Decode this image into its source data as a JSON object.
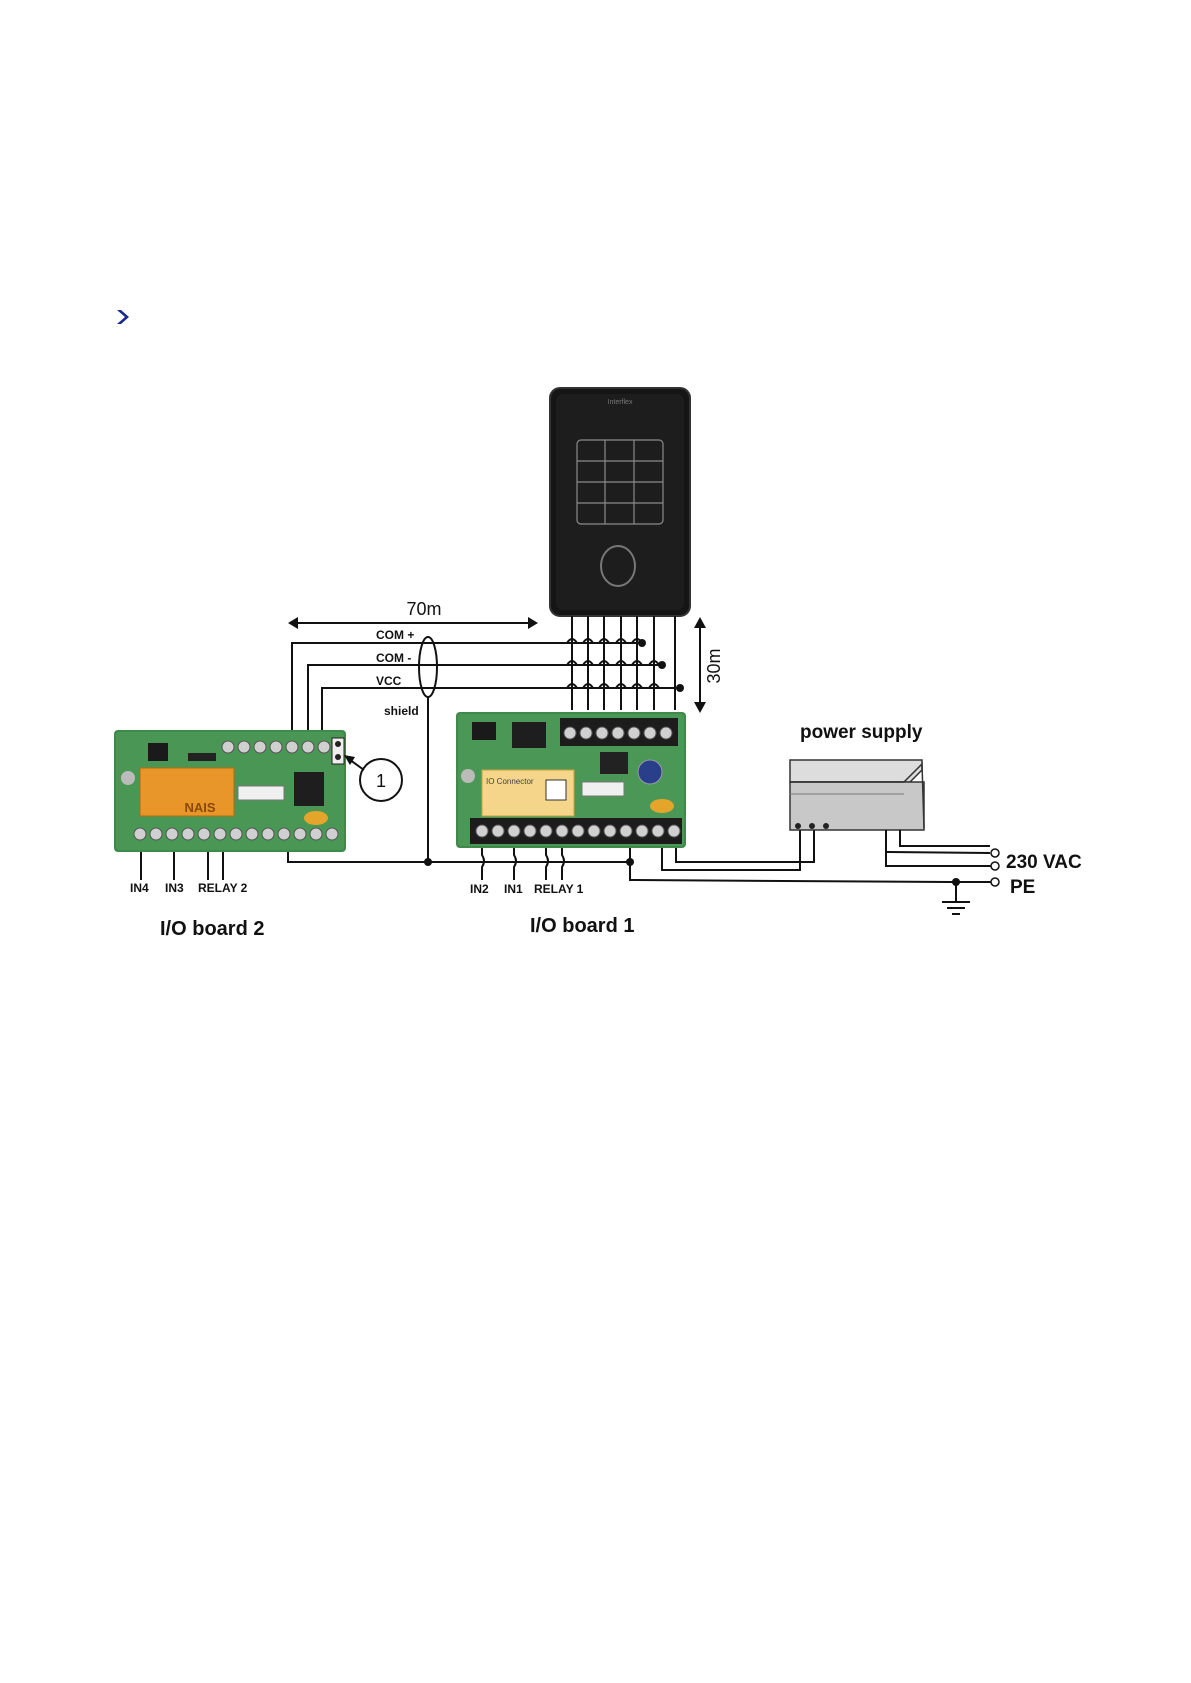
{
  "diagram": {
    "distance_horizontal": "70m",
    "distance_vertical": "30m",
    "cable_labels": {
      "com_plus": "COM +",
      "com_minus": "COM -",
      "vcc": "VCC",
      "shield": "shield"
    },
    "callout": "1",
    "reader_brand": "Interflex",
    "board2": {
      "title": "I/O board 2",
      "terminals": [
        "IN4",
        "IN3",
        "RELAY 2"
      ],
      "relay_marking": "NAIS"
    },
    "board1": {
      "title": "I/O board 1",
      "terminals": [
        "IN2",
        "IN1",
        "RELAY 1"
      ],
      "sticker": "IO Connector"
    },
    "power_supply": {
      "title": "power supply",
      "mains": "230 VAC",
      "earth": "PE"
    },
    "colors": {
      "pcb_green": "#3f8a4a",
      "reader_black": "#151515",
      "relay_orange": "#e8962a",
      "bullet_navy": "#1a2a8c",
      "psu_gray": "#c8c8c8"
    },
    "icons": [
      "chevron-right-icon",
      "ground-symbol-icon",
      "keypad-reader-icon"
    ]
  }
}
